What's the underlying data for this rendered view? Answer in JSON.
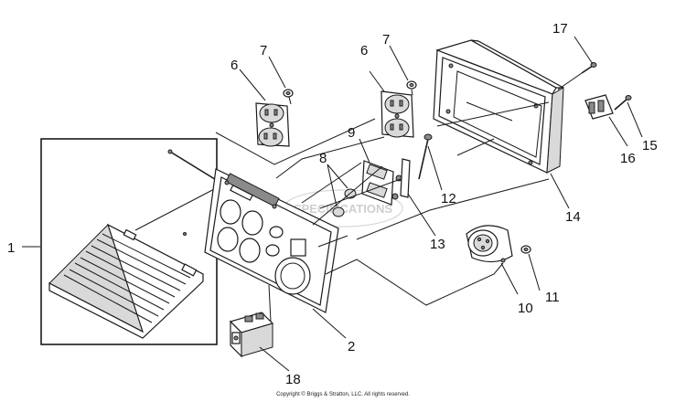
{
  "callouts": {
    "c1": "1",
    "c2": "2",
    "c6a": "6",
    "c6b": "6",
    "c7a": "7",
    "c7b": "7",
    "c8": "8",
    "c9": "9",
    "c10": "10",
    "c11": "11",
    "c12": "12",
    "c13": "13",
    "c14": "14",
    "c15": "15",
    "c16": "16",
    "c17": "17",
    "c18": "18"
  },
  "watermark": "SPECIFICATIONS",
  "copyright": "Copyright © Briggs & Stratton, LLC. All rights reserved."
}
